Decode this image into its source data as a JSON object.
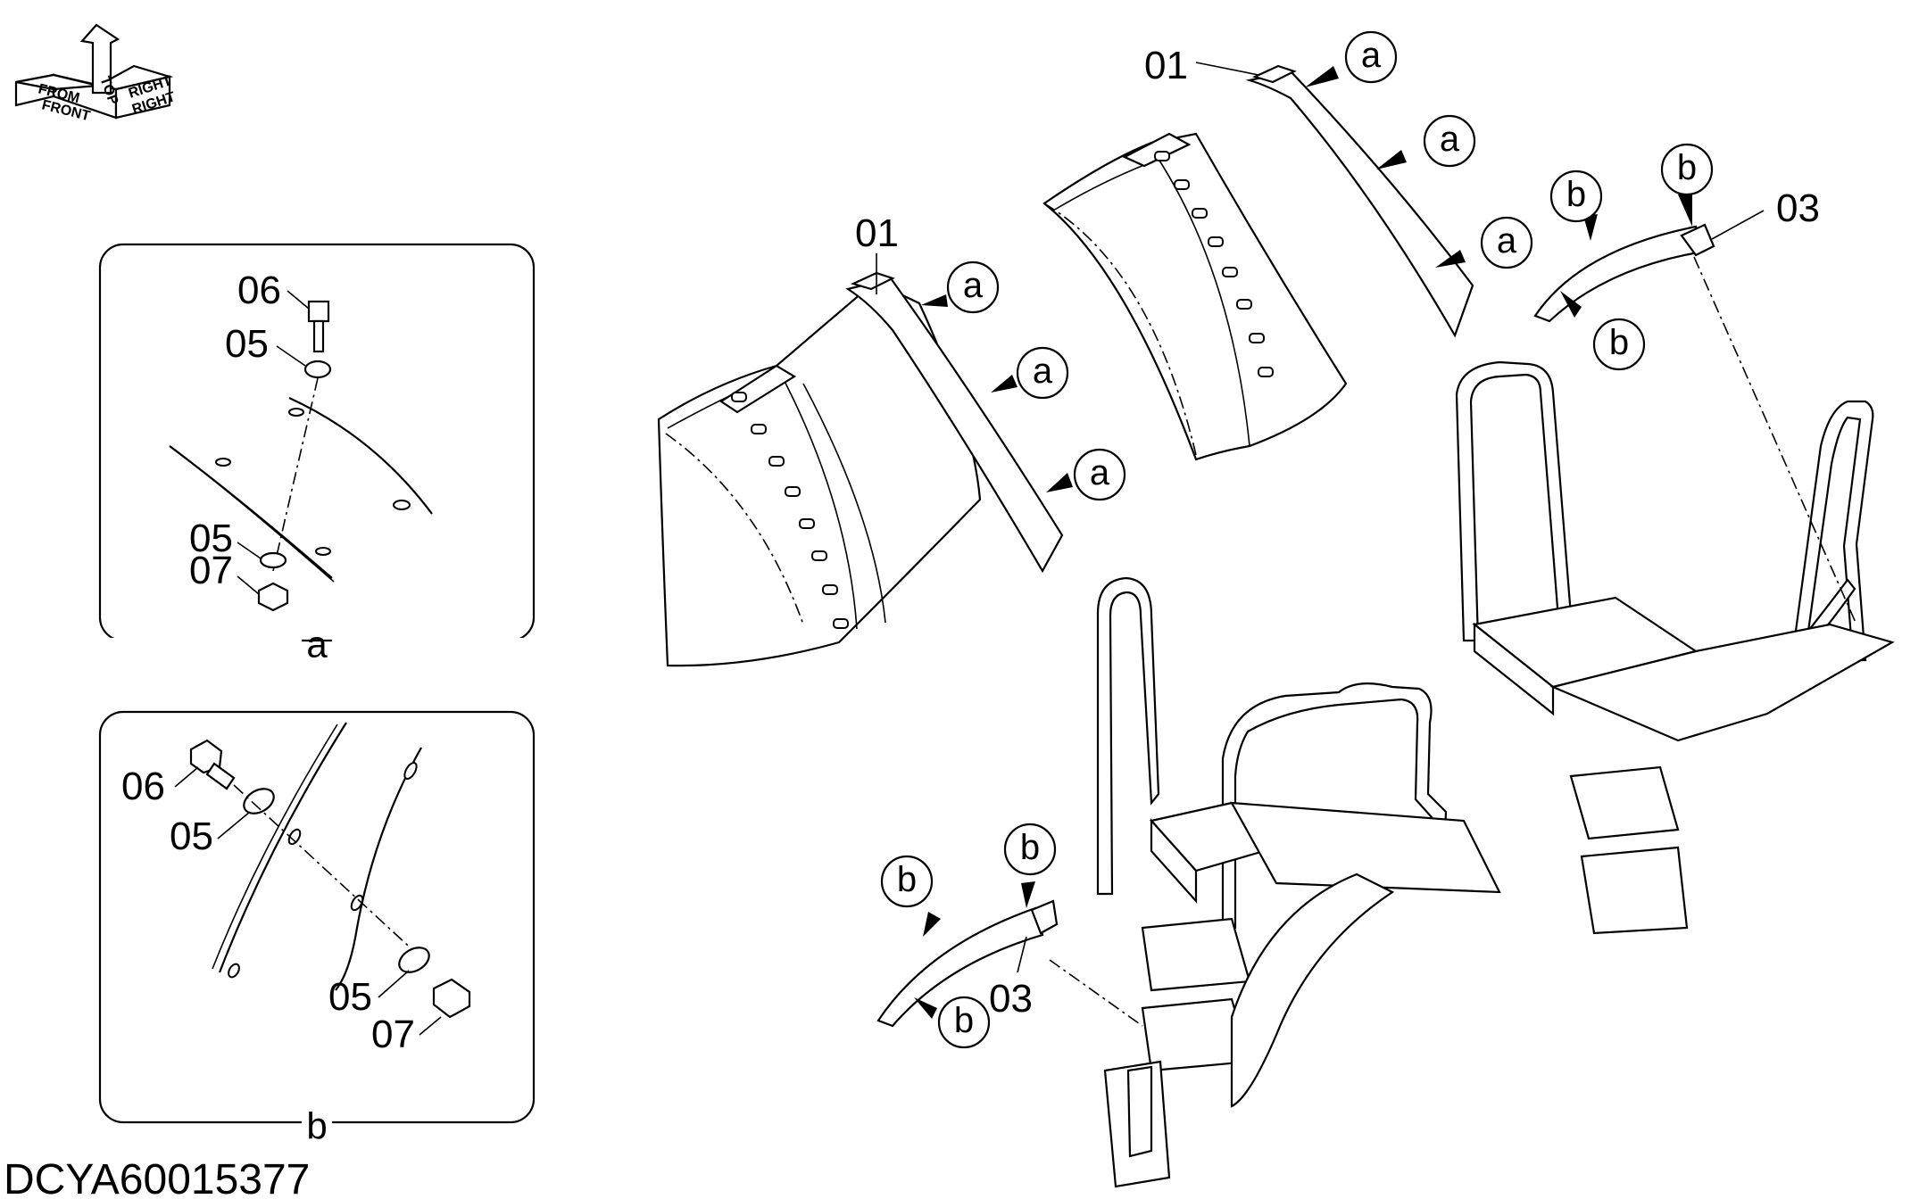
{
  "drawing_code": "DCYA60015377",
  "orientation": {
    "from": "FROM",
    "front": "FRONT",
    "top": "TOP",
    "right": "RIGHT"
  },
  "insets": [
    {
      "letter": "a",
      "labels": [
        "06",
        "05",
        "05",
        "07"
      ]
    },
    {
      "letter": "b",
      "labels": [
        "06",
        "05",
        "05",
        "07"
      ]
    }
  ],
  "parts": {
    "fender_left_label": "01",
    "fender_right_label": "01",
    "mudflap_left_label": "03",
    "mudflap_right_label": "03"
  },
  "callouts": {
    "fender_left": [
      "a",
      "a",
      "a"
    ],
    "fender_right": [
      "a",
      "a",
      "a"
    ],
    "mudflap_left": [
      "b",
      "b",
      "b"
    ],
    "mudflap_right": [
      "b",
      "b",
      "b"
    ]
  }
}
